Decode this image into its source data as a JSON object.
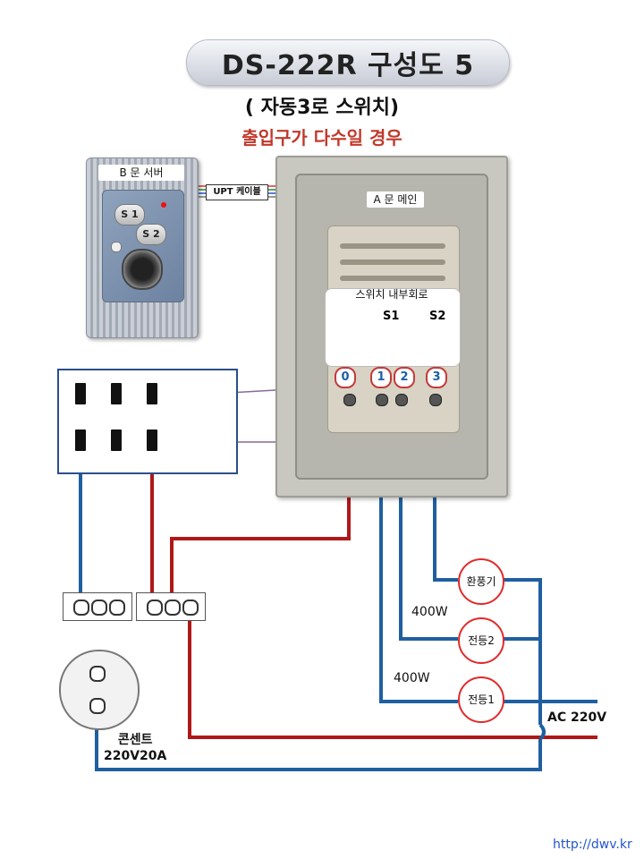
{
  "title": "DS-222R 구성도 5",
  "subtitle": "( 자동3로 스위치)",
  "subtitle2": "출입구가 다수일 경우",
  "b_panel": {
    "label": "B 문 서버",
    "buttons": [
      "S 1",
      "S 2"
    ]
  },
  "cable": {
    "label": "UPT 케이블"
  },
  "a_panel": {
    "label": "A 문 메인"
  },
  "circuit": {
    "title": "스위치 내부회로",
    "switches": [
      "S1",
      "S2"
    ],
    "terminals": [
      "0",
      "1",
      "2",
      "3"
    ]
  },
  "loads": [
    {
      "label": "환풍기"
    },
    {
      "label": "전등2"
    },
    {
      "label": "전등1"
    }
  ],
  "watts": [
    "400W",
    "400W"
  ],
  "outlet": {
    "label_line1": "콘센트",
    "label_line2": "220V20A"
  },
  "ac_label": "AC 220V",
  "url": "http://dwv.kr",
  "colors": {
    "red_wire": "#b01818",
    "blue_wire": "#1f5fa0",
    "title_text": "#222222",
    "subtitle2": "#c0392b"
  }
}
